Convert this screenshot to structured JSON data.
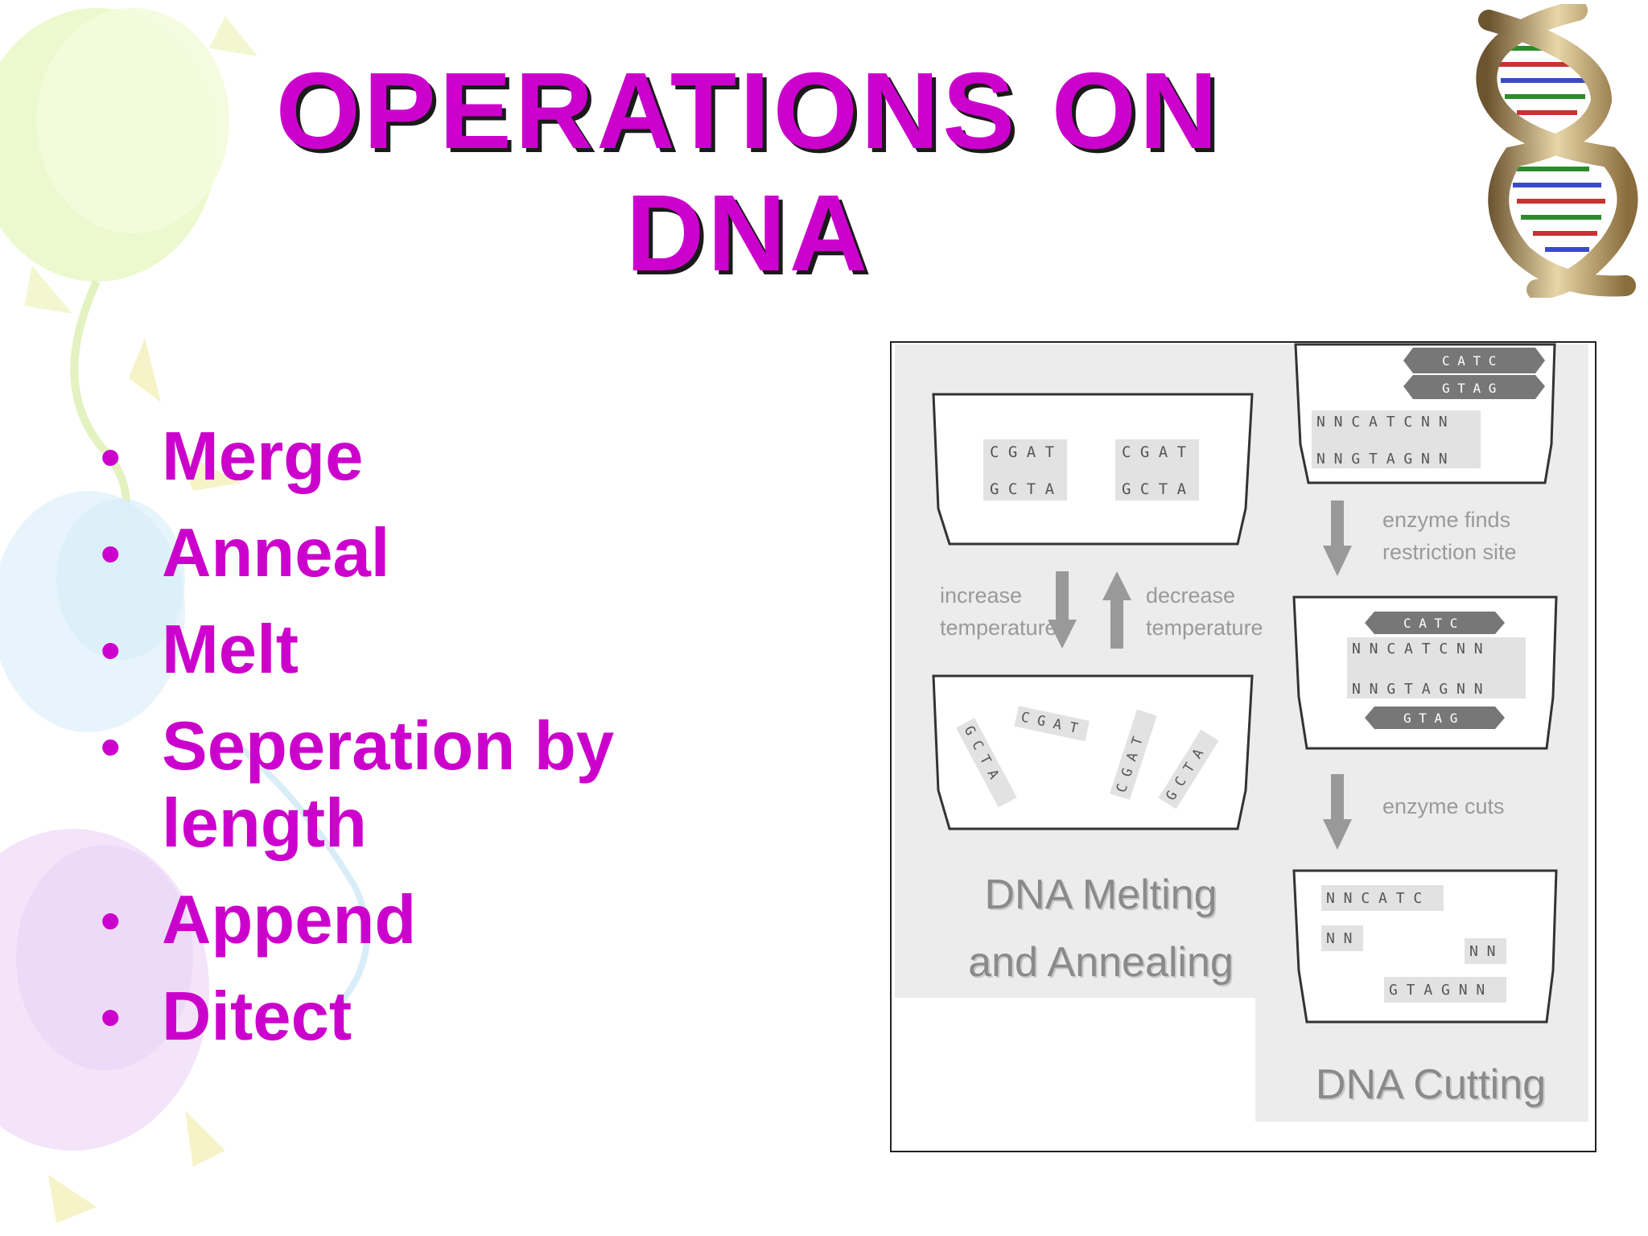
{
  "slide": {
    "title": "OPERATIONS ON DNA",
    "bullets": [
      "Merge",
      "Anneal",
      "Melt",
      "Seperation by length",
      "Append",
      "Ditect"
    ]
  },
  "figure": {
    "labels": {
      "increase": "increase",
      "increase_2": "temperature",
      "decrease": "decrease",
      "decrease_2": "temperature",
      "finds": "enzyme finds",
      "finds_2": "restriction site",
      "cuts": "enzyme cuts"
    },
    "captions": {
      "melting_1": "DNA Melting",
      "melting_2": "and Annealing",
      "cutting": "DNA Cutting"
    }
  },
  "colors": {
    "title": "#cc00cc",
    "bullets": "#cc00cc",
    "figure_text": "#8a8a8a"
  }
}
